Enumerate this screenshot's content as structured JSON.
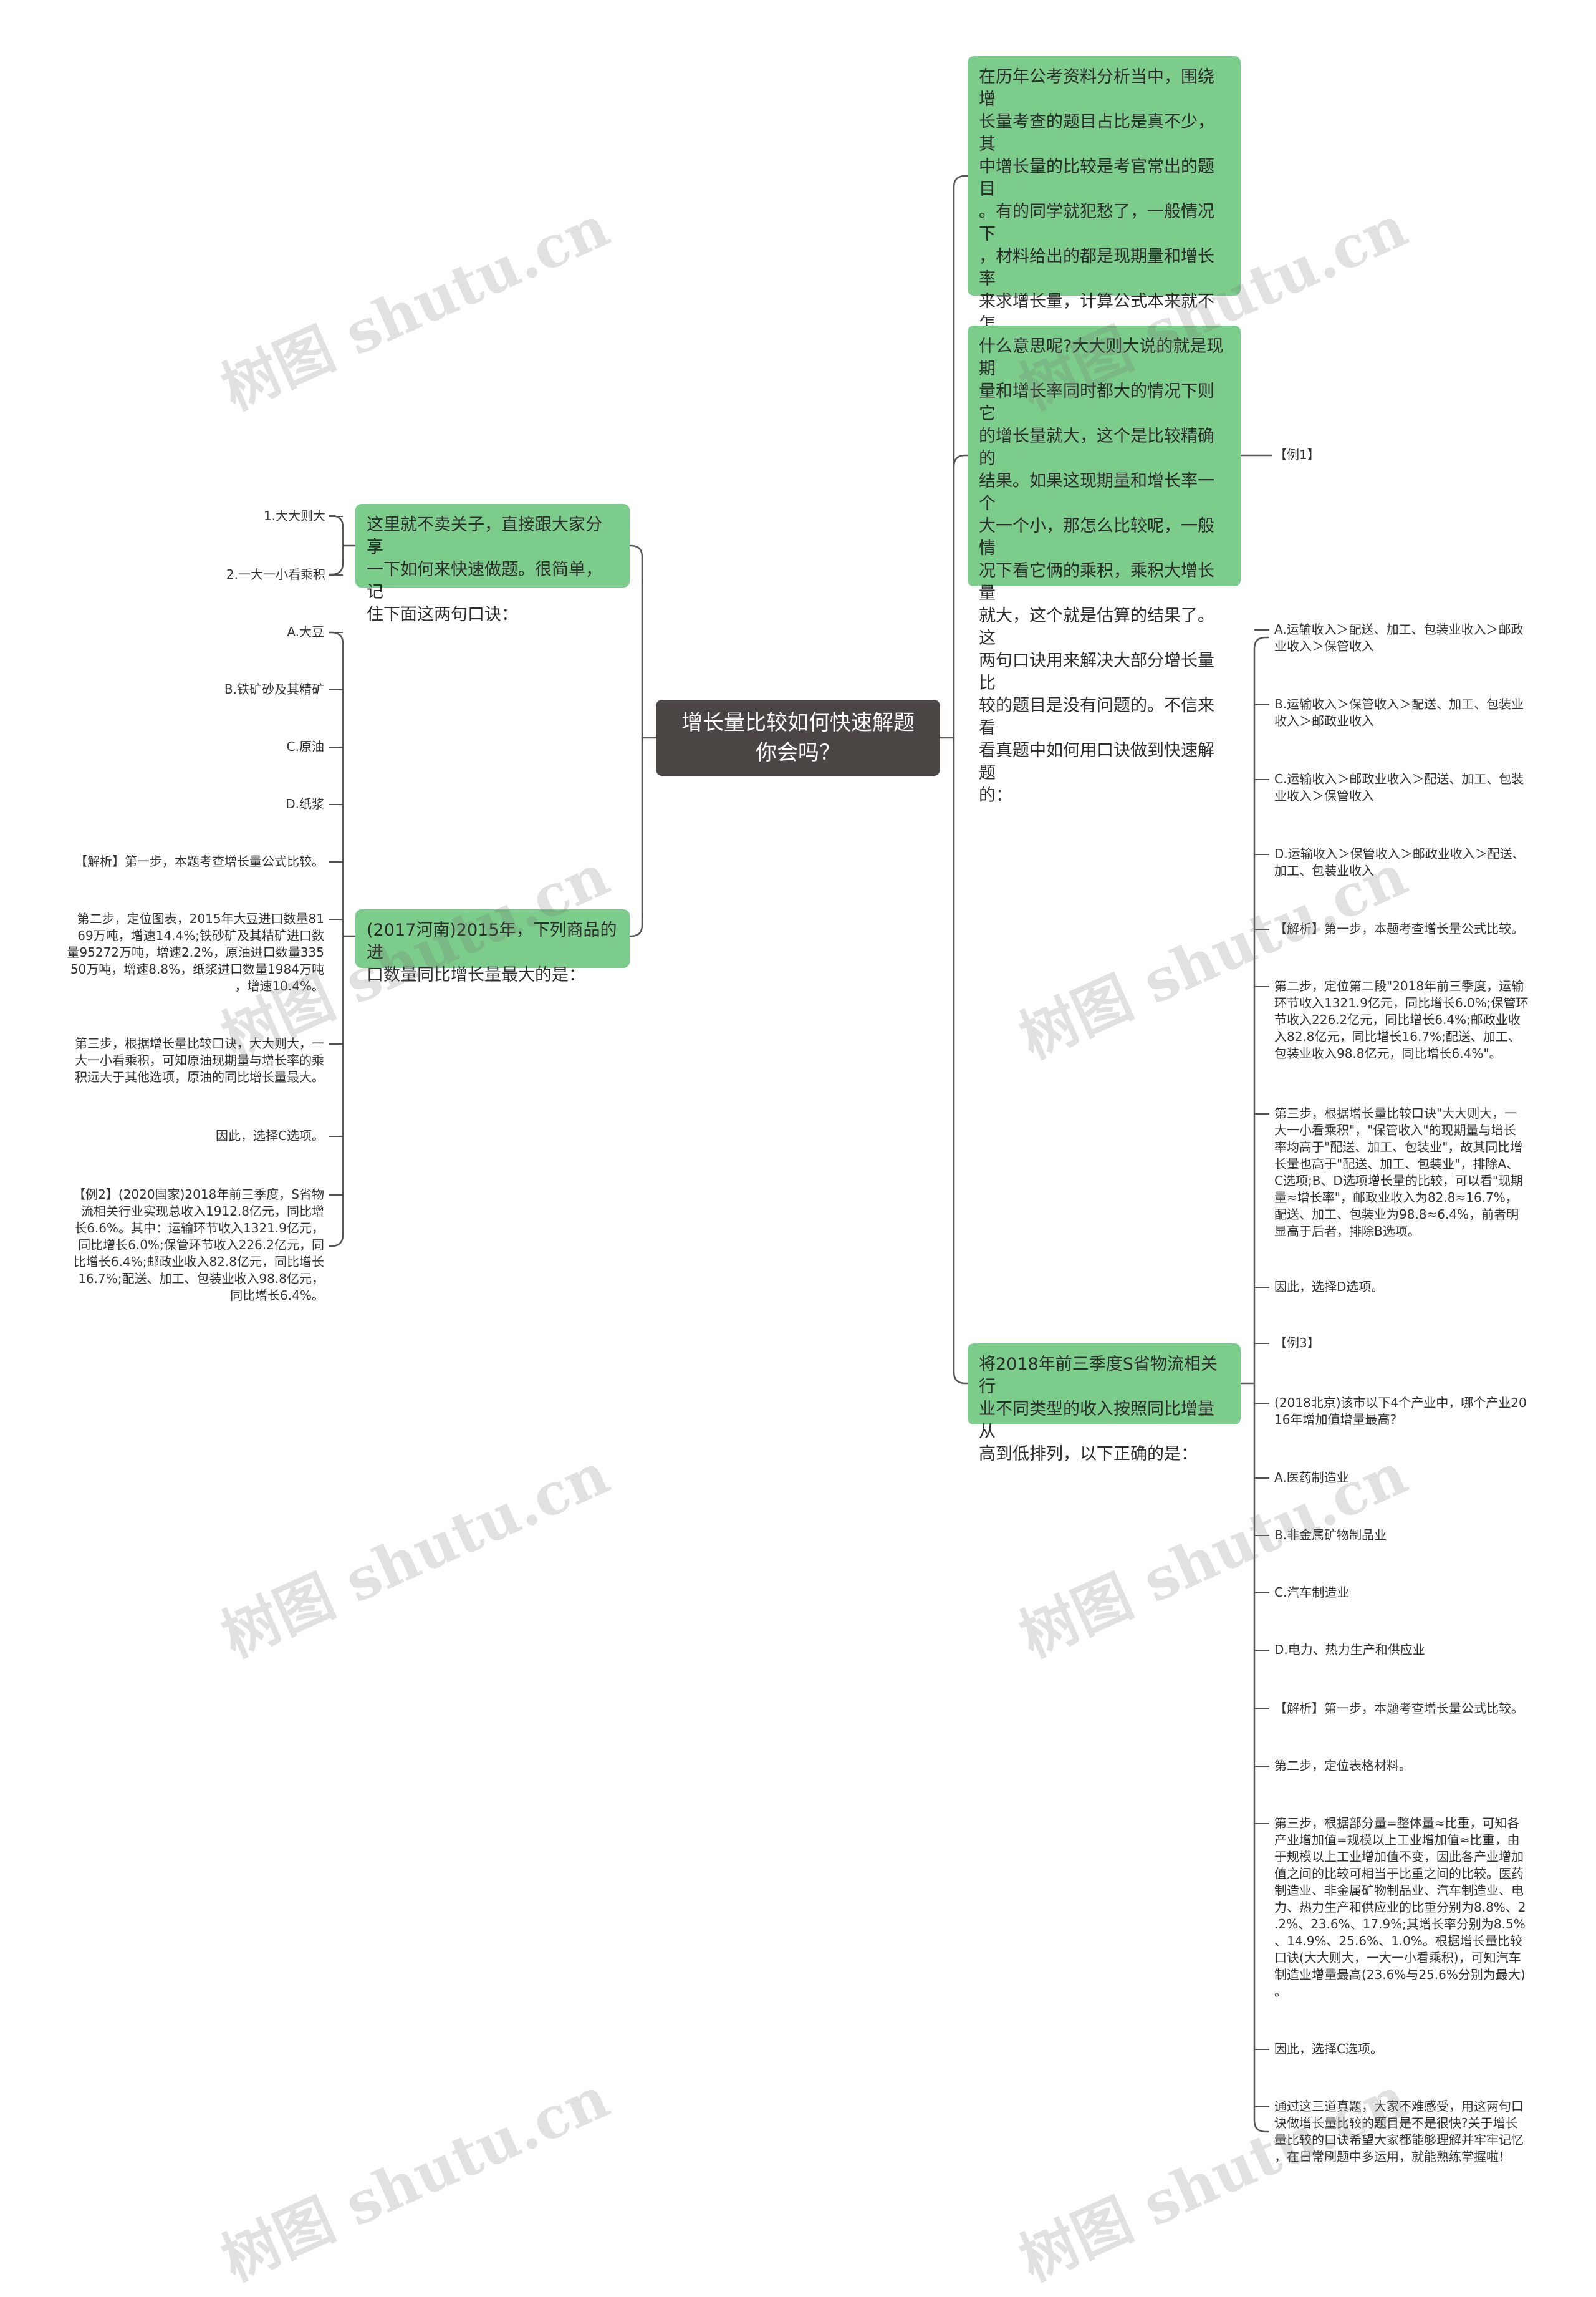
{
  "root": {
    "title": "增长量比较如何快速解题\n你会吗？"
  },
  "right_branches": {
    "intro": "在历年公考资料分析当中，围绕增\n长量考查的题目占比是真不少，其\n中增长量的比较是考官常出的题目\n。有的同学就犯愁了，一般情况下\n，材料给出的都是现期量和增长率\n来求增长量，计算公式本来就不怎\n么简单，这下好了，还需要多个增\n长量来比较大小，无疑增加了题目\n难度。其实，增长量的比较是有快\n速解题的方法哦。",
    "meaning": "什么意思呢?大大则大说的就是现期\n量和增长率同时都大的情况下则它\n的增长量就大，这个是比较精确的\n结果。如果这现期量和增长率一个\n大一个小，那怎么比较呢，一般情\n况下看它俩的乘积，乘积大增长量\n就大，这个就是估算的结果了。这\n两句口诀用来解决大部分增长量比\n较的题目是没有问题的。不信来看\n看真题中如何用口诀做到快速解题\n的：",
    "example1_tag": "【例1】",
    "sort_question": "将2018年前三季度S省物流相关行\n业不同类型的收入按照同比增量从\n高到低排列，以下正确的是："
  },
  "right_leaves": [
    "A.运输收入＞配送、加工、包装业收入＞邮政\n业收入＞保管收入",
    "B.运输收入＞保管收入＞配送、加工、包装业\n收入＞邮政业收入",
    "C.运输收入＞邮政业收入＞配送、加工、包装\n业收入＞保管收入",
    "D.运输收入＞保管收入＞邮政业收入＞配送、\n加工、包装业收入",
    "【解析】第一步，本题考查增长量公式比较。",
    "第二步，定位第二段\"2018年前三季度，运输\n环节收入1321.9亿元，同比增长6.0%;保管环\n节收入226.2亿元，同比增长6.4%;邮政业收\n入82.8亿元，同比增长16.7%;配送、加工、\n包装业收入98.8亿元，同比增长6.4%\"。",
    "第三步，根据增长量比较口诀\"大大则大，一\n大一小看乘积\"，\"保管收入\"的现期量与增长\n率均高于\"配送、加工、包装业\"，故其同比增\n长量也高于\"配送、加工、包装业\"，排除A、\nC选项;B、D选项增长量的比较，可以看\"现期\n量[大约]增长率\"，邮政业收入为82.8[大约]16.7%，\n配送、加工、包装业为98.8[大约]6.4%，前者明\n显高于后者，排除B选项。",
    "因此，选择D选项。",
    "【例3】",
    "(2018北京)该市以下4个产业中，哪个产业20\n16年增加值增量最高?",
    "A.医药制造业",
    "B.非金属矿物制品业",
    "C.汽车制造业",
    "D.电力、热力生产和供应业",
    "【解析】第一步，本题考查增长量公式比较。",
    "第二步，定位表格材料。",
    "第三步，根据部分量=整体量[大约]比重，可知各\n产业增加值=规模以上工业增加值[大约]比重，由\n于规模以上工业增加值不变，因此各产业增加\n值之间的比较可相当于比重之间的比较。医药\n制造业、非金属矿物制品业、汽车制造业、电\n力、热力生产和供应业的比重分别为8.8%、2\n.2%、23.6%、17.9%;其增长率分别为8.5%\n、14.9%、25.6%、1.0%。根据增长量比较\n口诀(大大则大，一大一小看乘积)，可知汽车\n制造业增量最高(23.6%与25.6%分别为最大)\n。",
    "因此，选择C选项。",
    "通过这三道真题，大家不难感受，用这两句口\n诀做增长量比较的题目是不是很快?关于增长\n量比较的口诀希望大家都能够理解并牢牢记忆\n，在日常刷题中多运用，就能熟练掌握啦!"
  ],
  "left_branches": {
    "tips": "这里就不卖关子，直接跟大家分享\n一下如何来快速做题。很简单，记\n住下面这两句口诀：",
    "question2017": "(2017河南)2015年，下列商品的进\n口数量同比增长量最大的是："
  },
  "left_tips_leaves": [
    "1.大大则大",
    "2.一大一小看乘积"
  ],
  "left_q_leaves": [
    "A.大豆",
    "B.铁矿砂及其精矿",
    "C.原油",
    "D.纸浆",
    "【解析】第一步，本题考查增长量公式比较。",
    "第二步，定位图表，2015年大豆进口数量81\n69万吨，增速14.4%;铁砂矿及其精矿进口数\n量95272万吨，增速2.2%，原油进口数量335\n50万吨，增速8.8%，纸浆进口数量1984万吨\n，增速10.4%。",
    "第三步，根据增长量比较口诀，大大则大，一\n大一小看乘积，可知原油现期量与增长率的乘\n积远大于其他选项，原油的同比增长量最大。",
    "因此，选择C选项。",
    "【例2】(2020国家)2018年前三季度，S省物\n流相关行业实现总收入1912.8亿元，同比增\n长6.6%。其中：运输环节收入1321.9亿元，\n同比增长6.0%;保管环节收入226.2亿元，同\n比增长6.4%;邮政业收入82.8亿元，同比增长\n16.7%;配送、加工、包装业收入98.8亿元，\n同比增长6.4%。"
  ],
  "watermark": "树图 shutu.cn",
  "colors": {
    "root": "#4b4644",
    "branch": "#7ccc8b",
    "line": "#555555"
  }
}
